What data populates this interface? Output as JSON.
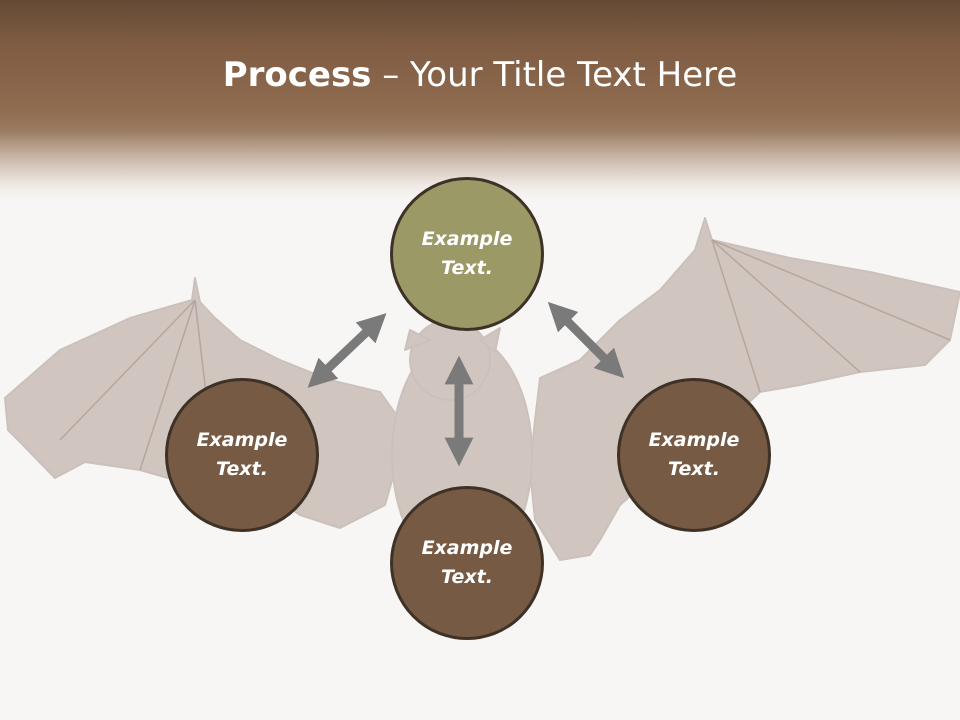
{
  "slide": {
    "title_bold": "Process",
    "title_rest": " – Your Title Text Here"
  },
  "nodes": {
    "top": "Example Text.",
    "left": "Example Text.",
    "right": "Example Text.",
    "bottom": "Example Text."
  },
  "colors": {
    "header": "#8f6c50",
    "node_brown": "#775a44",
    "node_olive": "#9b9966",
    "node_border": "#3e3227",
    "arrow": "#7a7a7a"
  },
  "background_image": "bat-silhouette"
}
